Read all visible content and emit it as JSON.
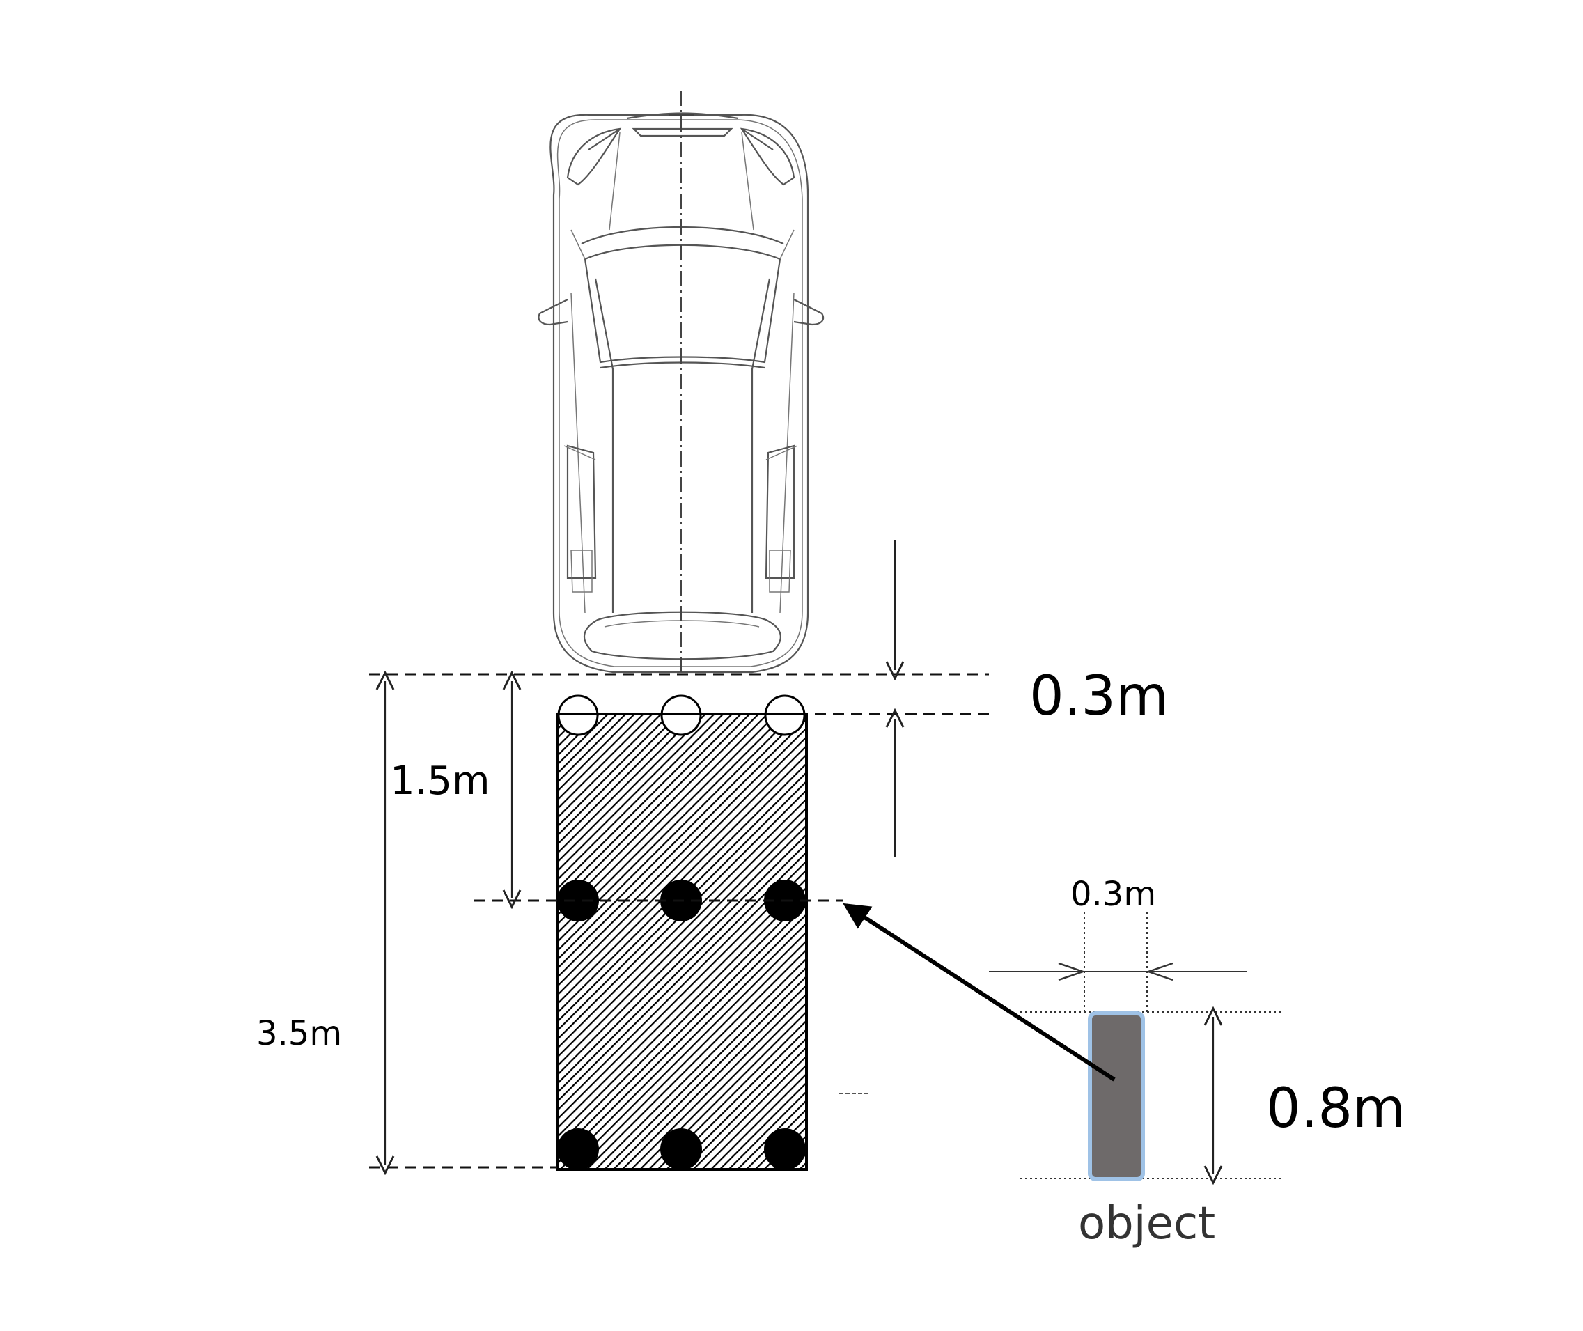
{
  "labels": {
    "gap_top": "0.3m",
    "first_row_distance": "1.5m",
    "total_length": "3.5m",
    "object_width": "0.3m",
    "object_height": "0.8m",
    "object_caption": "object"
  },
  "icons": {
    "vehicle": "car-top-view-icon",
    "target_object": "pole-object-icon"
  },
  "colors": {
    "object_fill": "#6e6a6a",
    "object_outline": "#9fc2e6"
  }
}
